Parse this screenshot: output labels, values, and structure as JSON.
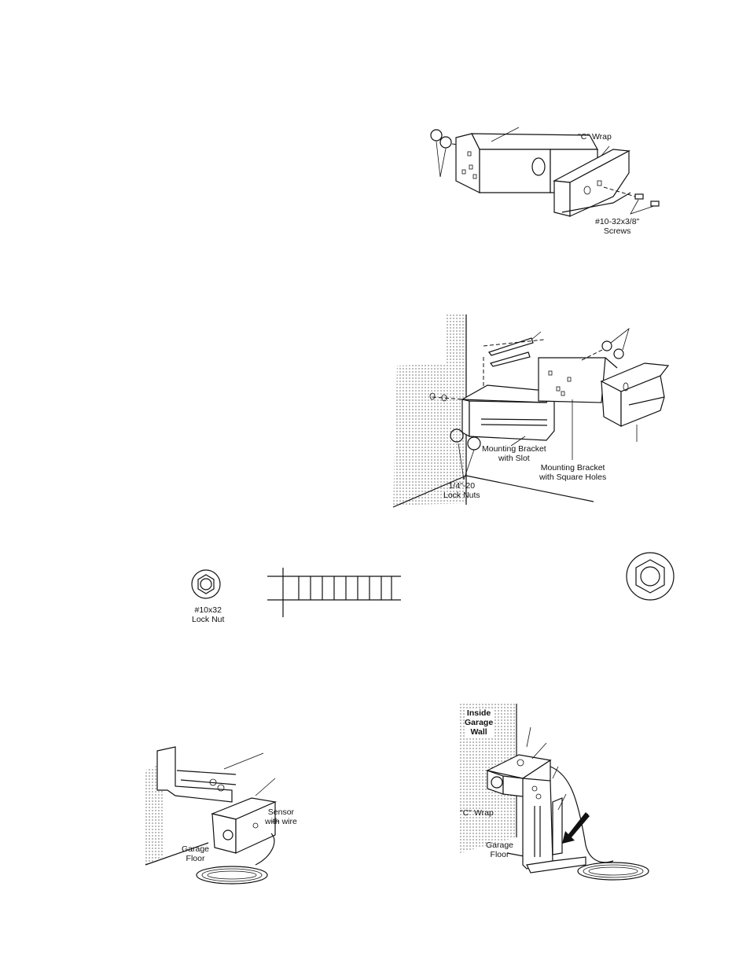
{
  "figure_1": {
    "c_wrap_label": "\"C\" Wrap",
    "screws_label_line1": "#10-32x3/8\"",
    "screws_label_line2": "Screws"
  },
  "figure_2": {
    "slot_bracket_line1": "Mounting Bracket",
    "slot_bracket_line2": "with Slot",
    "square_bracket_line1": "Mounting Bracket",
    "square_bracket_line2": "with Square Holes",
    "lock_nuts_line1": "1/4\"-20",
    "lock_nuts_line2": "Lock Nuts"
  },
  "figure_3": {
    "lock_nut_line1": "#10x32",
    "lock_nut_line2": "Lock Nut"
  },
  "figure_4": {
    "sensor_line1": "Sensor",
    "sensor_line2": "with wire",
    "floor_line1": "Garage",
    "floor_line2": "Floor"
  },
  "figure_5": {
    "wall_line1": "Inside",
    "wall_line2": "Garage",
    "wall_line3": "Wall",
    "c_wrap_label": "\"C\" Wrap",
    "floor_line1": "Garage",
    "floor_line2": "Floor"
  },
  "colors": {
    "line": "#111111",
    "stipple": "#c8c8c8",
    "background": "#ffffff"
  }
}
